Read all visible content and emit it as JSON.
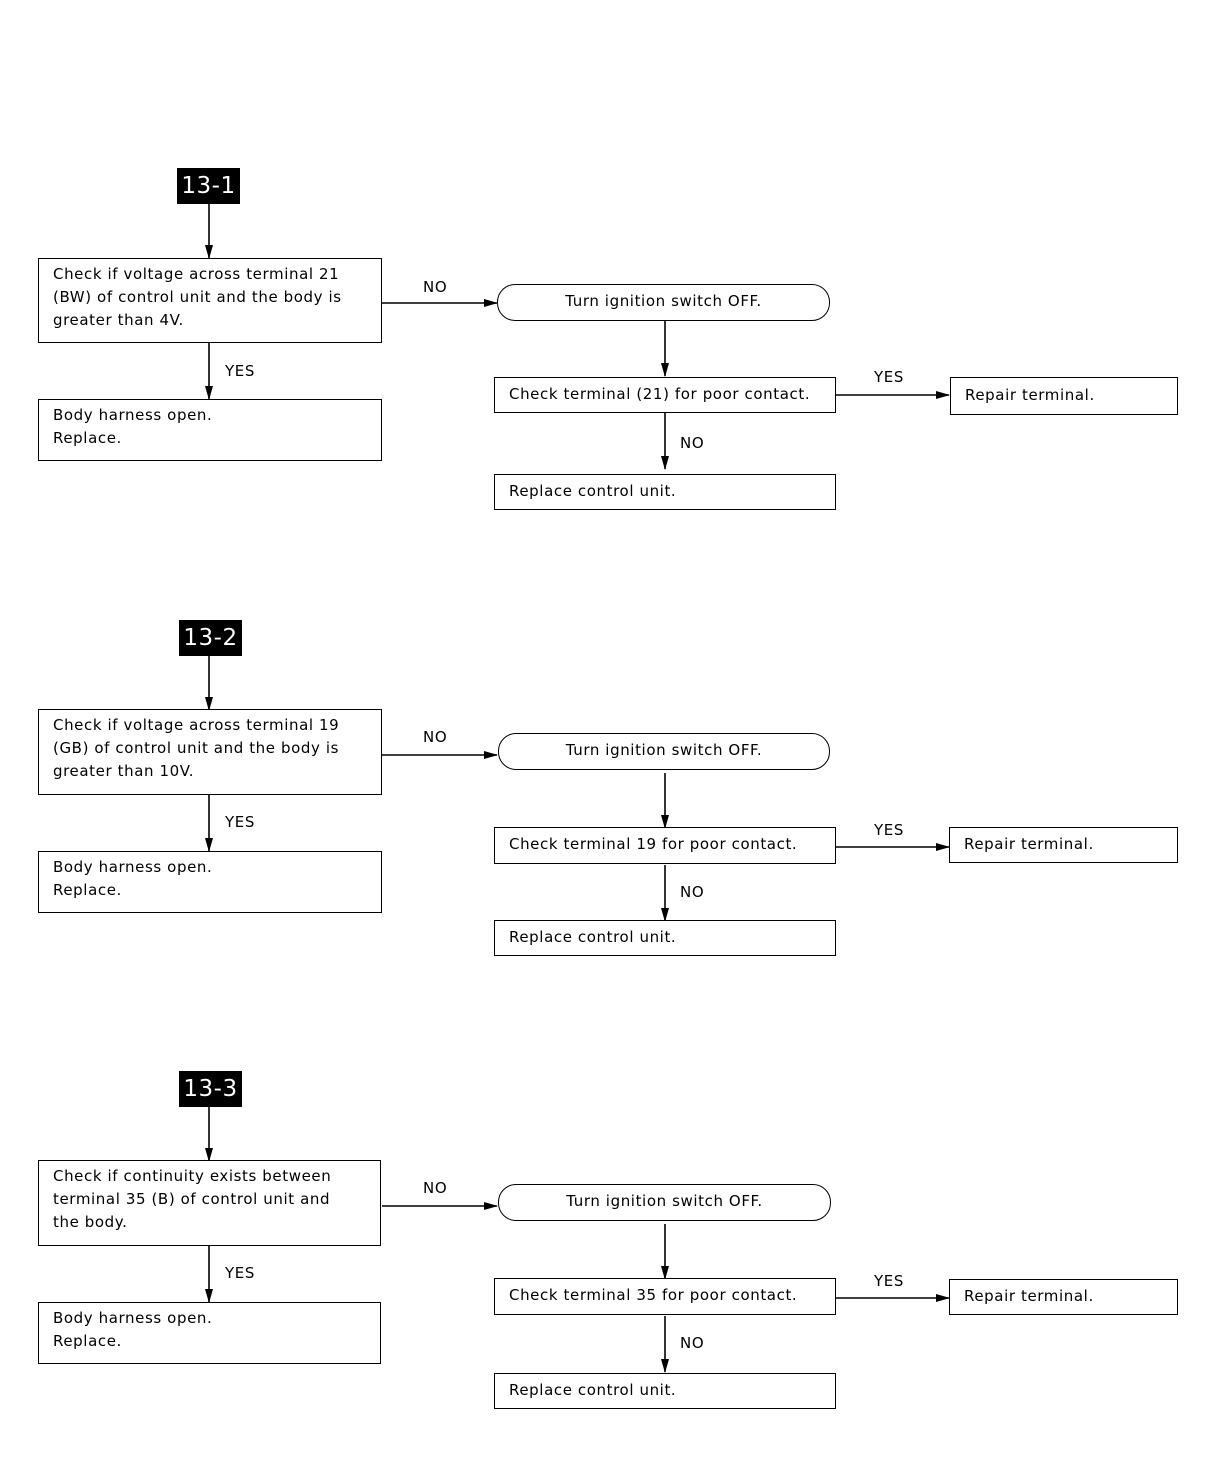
{
  "flows": [
    {
      "badge": "13-1",
      "check": "Check if voltage across terminal 21\n(BW) of control unit and the body is\ngreater than 4V.",
      "no1": "NO",
      "yes1": "YES",
      "open": "Body harness open.\nReplace.",
      "switch_off": "Turn ignition switch OFF.",
      "terminal": "Check terminal (21) for poor contact.",
      "yes2": "YES",
      "no2": "NO",
      "repair": "Repair terminal.",
      "replace": "Replace control unit."
    },
    {
      "badge": "13-2",
      "check": "Check if voltage across terminal 19\n(GB) of control unit and the body is\ngreater than 10V.",
      "no1": "NO",
      "yes1": "YES",
      "open": "Body harness open.\nReplace.",
      "switch_off": "Turn ignition switch OFF.",
      "terminal": "Check terminal 19 for poor contact.",
      "yes2": "YES",
      "no2": "NO",
      "repair": "Repair terminal.",
      "replace": "Replace control unit."
    },
    {
      "badge": "13-3",
      "check": "Check if continuity exists between\nterminal 35 (B) of control unit and\nthe body.",
      "no1": "NO",
      "yes1": "YES",
      "open": "Body harness open.\nReplace.",
      "switch_off": "Turn ignition switch OFF.",
      "terminal": "Check terminal 35 for poor contact.",
      "yes2": "YES",
      "no2": "NO",
      "repair": "Repair terminal.",
      "replace": "Replace control unit."
    }
  ]
}
